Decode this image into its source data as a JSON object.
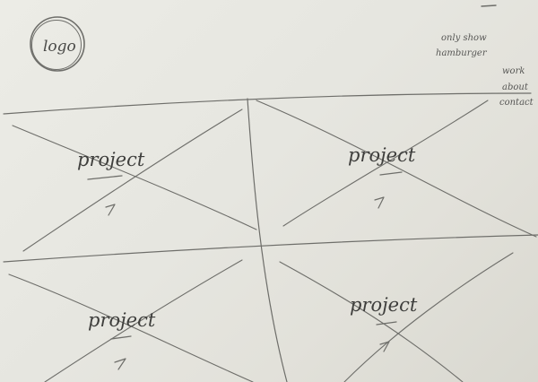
{
  "header": {
    "logo_label": "logo",
    "notes": [
      "only show",
      "hamburger",
      "work",
      "about",
      "contact"
    ]
  },
  "grid": {
    "tiles": [
      {
        "label": "project"
      },
      {
        "label": "project"
      },
      {
        "label": "project"
      },
      {
        "label": "project"
      }
    ]
  }
}
